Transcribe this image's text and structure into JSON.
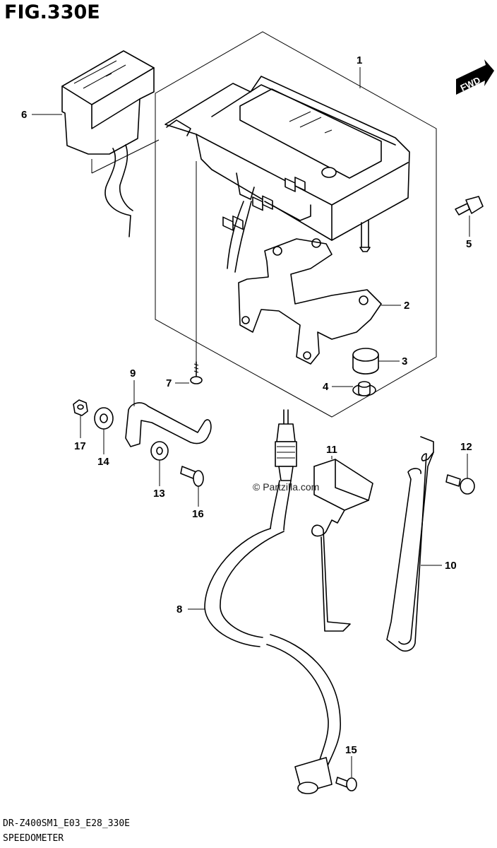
{
  "figure": {
    "title": "FIG.330E",
    "code": "DR-Z400SM1_E03_E28_330E",
    "name": "SPEEDOMETER",
    "watermark": "© Partzilla.com",
    "direction_label": "FWD"
  },
  "callouts": {
    "c1": "1",
    "c2": "2",
    "c3": "3",
    "c4": "4",
    "c5": "5",
    "c6": "6",
    "c7": "7",
    "c8": "8",
    "c9": "9",
    "c10": "10",
    "c11": "11",
    "c12": "12",
    "c13": "13",
    "c14": "14",
    "c15": "15",
    "c16": "16",
    "c17": "17"
  }
}
